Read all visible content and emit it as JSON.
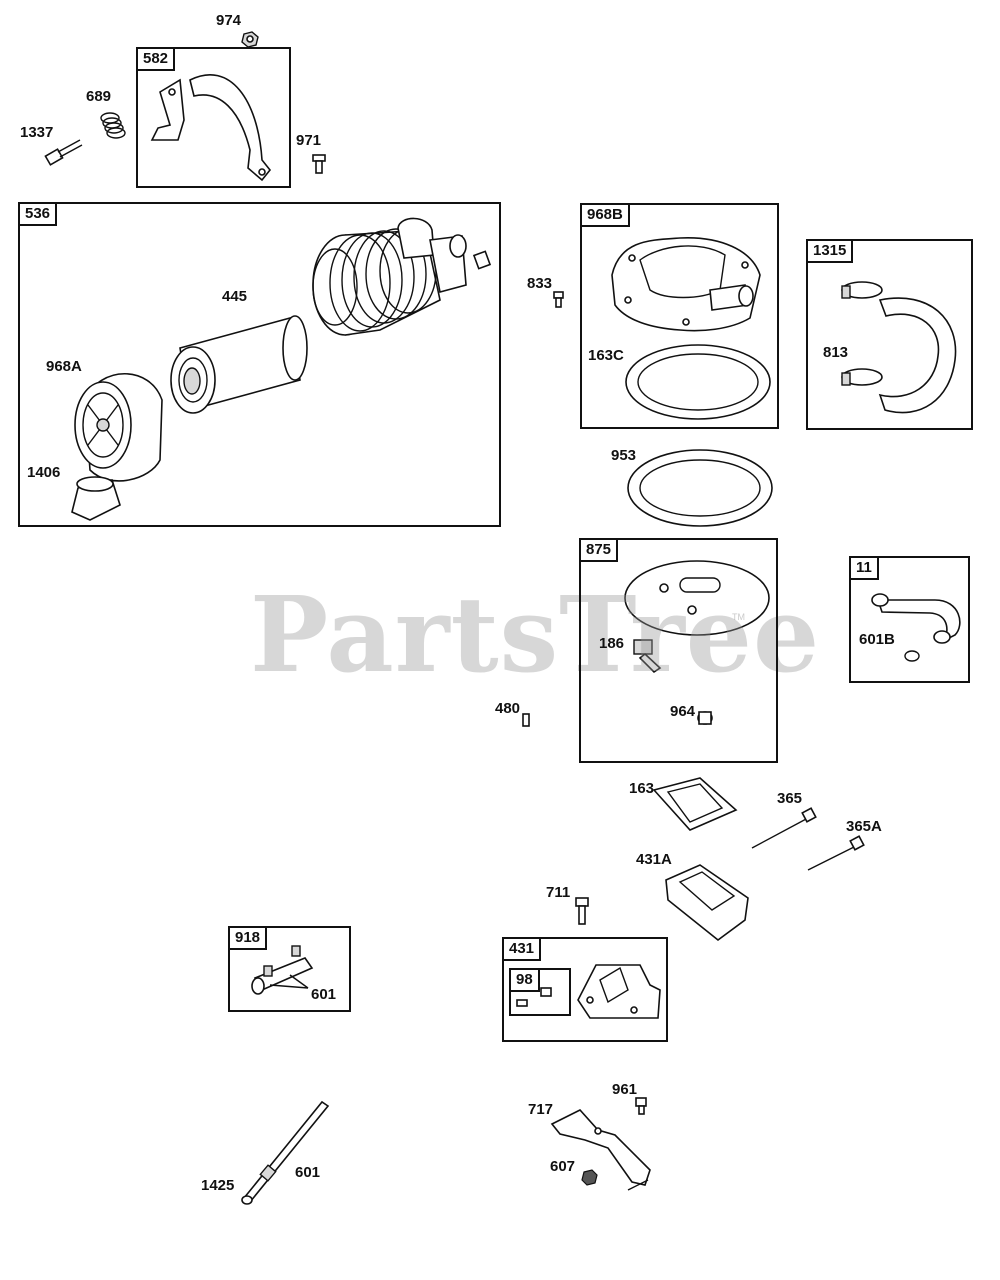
{
  "watermark": {
    "text": "PartsTree",
    "tm": "TM"
  },
  "boxes": {
    "b582": "582",
    "b536": "536",
    "b968B": "968B",
    "b1315": "1315",
    "b875": "875",
    "b11": "11",
    "b918": "918",
    "b431": "431",
    "b98": "98"
  },
  "labels": {
    "l974": "974",
    "l689": "689",
    "l1337": "1337",
    "l971": "971",
    "l445": "445",
    "l968A": "968A",
    "l1406": "1406",
    "l833": "833",
    "l163C": "163C",
    "l813": "813",
    "l953": "953",
    "l186": "186",
    "l964": "964",
    "l601B": "601B",
    "l480": "480",
    "l163": "163",
    "l365": "365",
    "l365A": "365A",
    "l431A": "431A",
    "l711": "711",
    "l601a": "601",
    "l961": "961",
    "l717": "717",
    "l607": "607",
    "l1425": "1425",
    "l601b": "601"
  }
}
